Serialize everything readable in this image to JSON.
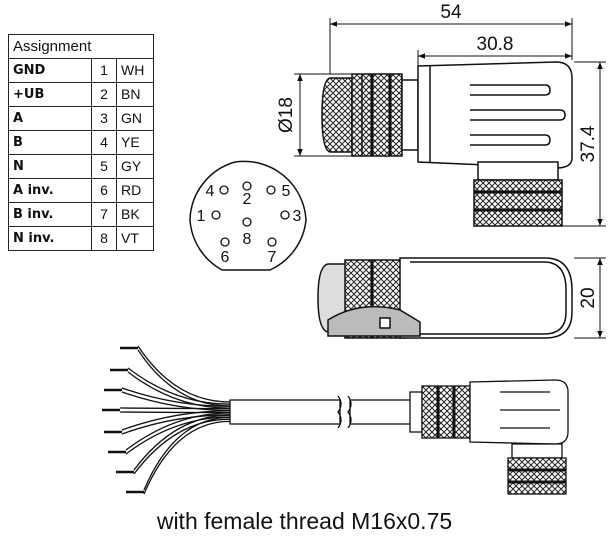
{
  "table": {
    "header": "Assignment",
    "rows": [
      {
        "signal": "GND",
        "pin": "1",
        "color": "WH"
      },
      {
        "signal": "+UB",
        "pin": "2",
        "color": "BN"
      },
      {
        "signal": "A",
        "pin": "3",
        "color": "GN"
      },
      {
        "signal": "B",
        "pin": "4",
        "color": "YE"
      },
      {
        "signal": "N",
        "pin": "5",
        "color": "GY"
      },
      {
        "signal": "A inv.",
        "pin": "6",
        "color": "RD"
      },
      {
        "signal": "B inv.",
        "pin": "7",
        "color": "BK"
      },
      {
        "signal": "N inv.",
        "pin": "8",
        "color": "VT"
      }
    ]
  },
  "dimensions": {
    "overall_length": "54",
    "housing_length": "30.8",
    "diameter": "Ø18",
    "height": "37.4",
    "width": "20"
  },
  "pins": [
    "1",
    "2",
    "3",
    "4",
    "5",
    "6",
    "7",
    "8"
  ],
  "caption": "with female thread M16x0.75"
}
